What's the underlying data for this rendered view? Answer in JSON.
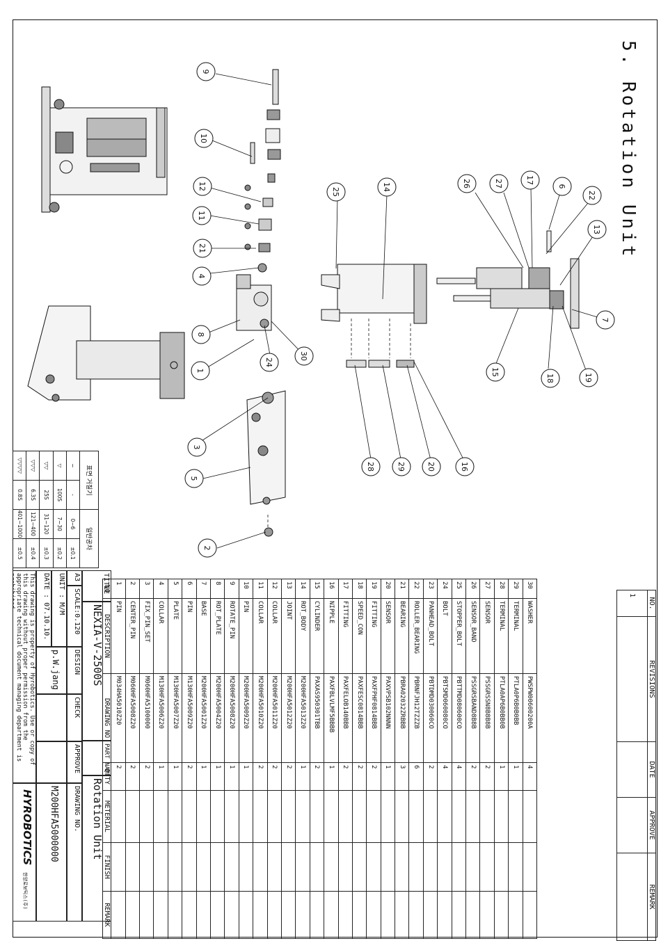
{
  "heading": "5. Rotation Unit",
  "revisions": {
    "headers": [
      "NO.",
      "REVISIONS",
      "DATE",
      "APPROVE",
      "REMARK"
    ],
    "rows": [
      [
        "1",
        "",
        "",
        "",
        ""
      ]
    ]
  },
  "parts_table": {
    "headers": [
      "NO",
      "DESCRIPTION",
      "DRAWING NO",
      "Q'TY",
      "METERIAL",
      "FINISH",
      "REMARK"
    ],
    "rows": [
      [
        "30",
        "WASHER",
        "PWSPW00600200A",
        "4",
        "",
        "",
        ""
      ],
      [
        "29",
        "TERMINAL",
        "PTLA0P6B0B0BB",
        "1",
        "",
        "",
        ""
      ],
      [
        "28",
        "TERMINAL",
        "PTLA0AP6B0BB0B",
        "1",
        "",
        "",
        ""
      ],
      [
        "27",
        "SENSOR",
        "PSSGRSSN8B8B8B",
        "2",
        "",
        "",
        ""
      ],
      [
        "26",
        "SENSOR_BAND",
        "PSSGRSBAND8B8B",
        "2",
        "",
        "",
        ""
      ],
      [
        "25",
        "STOPPER_BOLT",
        "PBTTMD080600CO",
        "4",
        "",
        "",
        ""
      ],
      [
        "24",
        "BOLT",
        "PBTSMD060080CO",
        "4",
        "",
        "",
        ""
      ],
      [
        "23",
        "PANHEAD_BOLT",
        "PBTDMD030060CO",
        "2",
        "",
        "",
        ""
      ],
      [
        "22",
        "ROLLER_BEARING",
        "PBRNFJH12TZZZB",
        "6",
        "",
        "",
        ""
      ],
      [
        "21",
        "BEARING",
        "PBRA02032ZRBBB",
        "3",
        "",
        "",
        ""
      ],
      [
        "20",
        "SENSOR",
        "PAXVPSB102NNNN",
        "1",
        "",
        "",
        ""
      ],
      [
        "19",
        "FITTING",
        "PAXFPHF0814BBB",
        "2",
        "",
        "",
        ""
      ],
      [
        "18",
        "SPEED_CON",
        "PAXFESC0814BBB",
        "2",
        "",
        "",
        ""
      ],
      [
        "17",
        "FITTING",
        "PAXFELOB140BBB",
        "2",
        "",
        "",
        ""
      ],
      [
        "16",
        "NIPPLE",
        "PAXFBLVLMF5BBBB",
        "1",
        "",
        "",
        ""
      ],
      [
        "15",
        "CYLINDER",
        "PAXAS950301TBB",
        "2",
        "",
        "",
        ""
      ],
      [
        "14",
        "ROT_BODY",
        "M200HFA5013Z20",
        "1",
        "",
        "",
        ""
      ],
      [
        "13",
        "JOINT",
        "M200HFA5012Z20",
        "2",
        "",
        "",
        ""
      ],
      [
        "12",
        "COLLAR",
        "M200HFA5011Z20",
        "2",
        "",
        "",
        ""
      ],
      [
        "11",
        "COLLAR",
        "M200HFA5010Z20",
        "2",
        "",
        "",
        ""
      ],
      [
        "10",
        "PIN",
        "M200HFA5009Z20",
        "1",
        "",
        "",
        ""
      ],
      [
        "9",
        "ROTATE_PIN",
        "M200HFA5008Z20",
        "1",
        "",
        "",
        ""
      ],
      [
        "8",
        "ROT_PLATE",
        "M200HFA5004Z20",
        "1",
        "",
        "",
        ""
      ],
      [
        "7",
        "BASE",
        "M200HFA5001Z20",
        "1",
        "",
        "",
        ""
      ],
      [
        "6",
        "PIN",
        "M130HFA5009Z20",
        "2",
        "",
        "",
        ""
      ],
      [
        "5",
        "PLATE",
        "M130HFA5007Z20",
        "1",
        "",
        "",
        ""
      ],
      [
        "4",
        "COLLAR",
        "M130HFA5006Z20",
        "1",
        "",
        "",
        ""
      ],
      [
        "3",
        "FIX_PIN_SET",
        "M060HFA5100000",
        "2",
        "",
        "",
        ""
      ],
      [
        "2",
        "CENTER_PIN",
        "M060HFA5008Z20",
        "2",
        "",
        "",
        ""
      ],
      [
        "1",
        "PIN",
        "M034HA5010Z20",
        "2",
        "",
        "",
        ""
      ]
    ]
  },
  "tolerance": {
    "title_left": "표면 거칠기",
    "title_right": "일반공차",
    "rows": [
      [
        "~",
        "-",
        "0~6",
        "±0.1"
      ],
      [
        "▽",
        "100S",
        "7~30",
        "±0.2"
      ],
      [
        "▽▽",
        "25S",
        "31~120",
        "±0.3"
      ],
      [
        "▽▽▽",
        "6.3S",
        "121~400",
        "±0.4"
      ],
      [
        "▽▽▽▽",
        "0.8S",
        "401~1000",
        "±0.5"
      ]
    ]
  },
  "title_block": {
    "title_label": "TITLE",
    "title_value": "NEXIA-V-2500S",
    "part_name_label": "PART NAME",
    "part_name_value": "Rotation Unit",
    "size": "A3",
    "scale": "SCALE:0.120",
    "design_label": "DESIGN",
    "check_label": "CHECK",
    "approve_label": "APPROVE",
    "drawing_no_label": "DRAWING NO.",
    "drawing_no_value": "M200HFA5000000",
    "unit": "UNIT : M/M",
    "date": "DATE : 07.10.10.",
    "designer": "p.W.jang",
    "notice": "This drawing is property of Hyrobotics. Use or copy of this drawing without proper permission from the appropriate technical document managing department is prohibited.",
    "logo_text": "HYROBOTICS",
    "logo_sub": "한양로보틱스(주)"
  },
  "balloons": [
    "9",
    "10",
    "12",
    "11",
    "21",
    "4",
    "8",
    "1",
    "24",
    "30",
    "3",
    "5",
    "2",
    "25",
    "14",
    "28",
    "29",
    "20",
    "16",
    "26",
    "27",
    "17",
    "6",
    "22",
    "13",
    "7",
    "15",
    "18",
    "19"
  ]
}
